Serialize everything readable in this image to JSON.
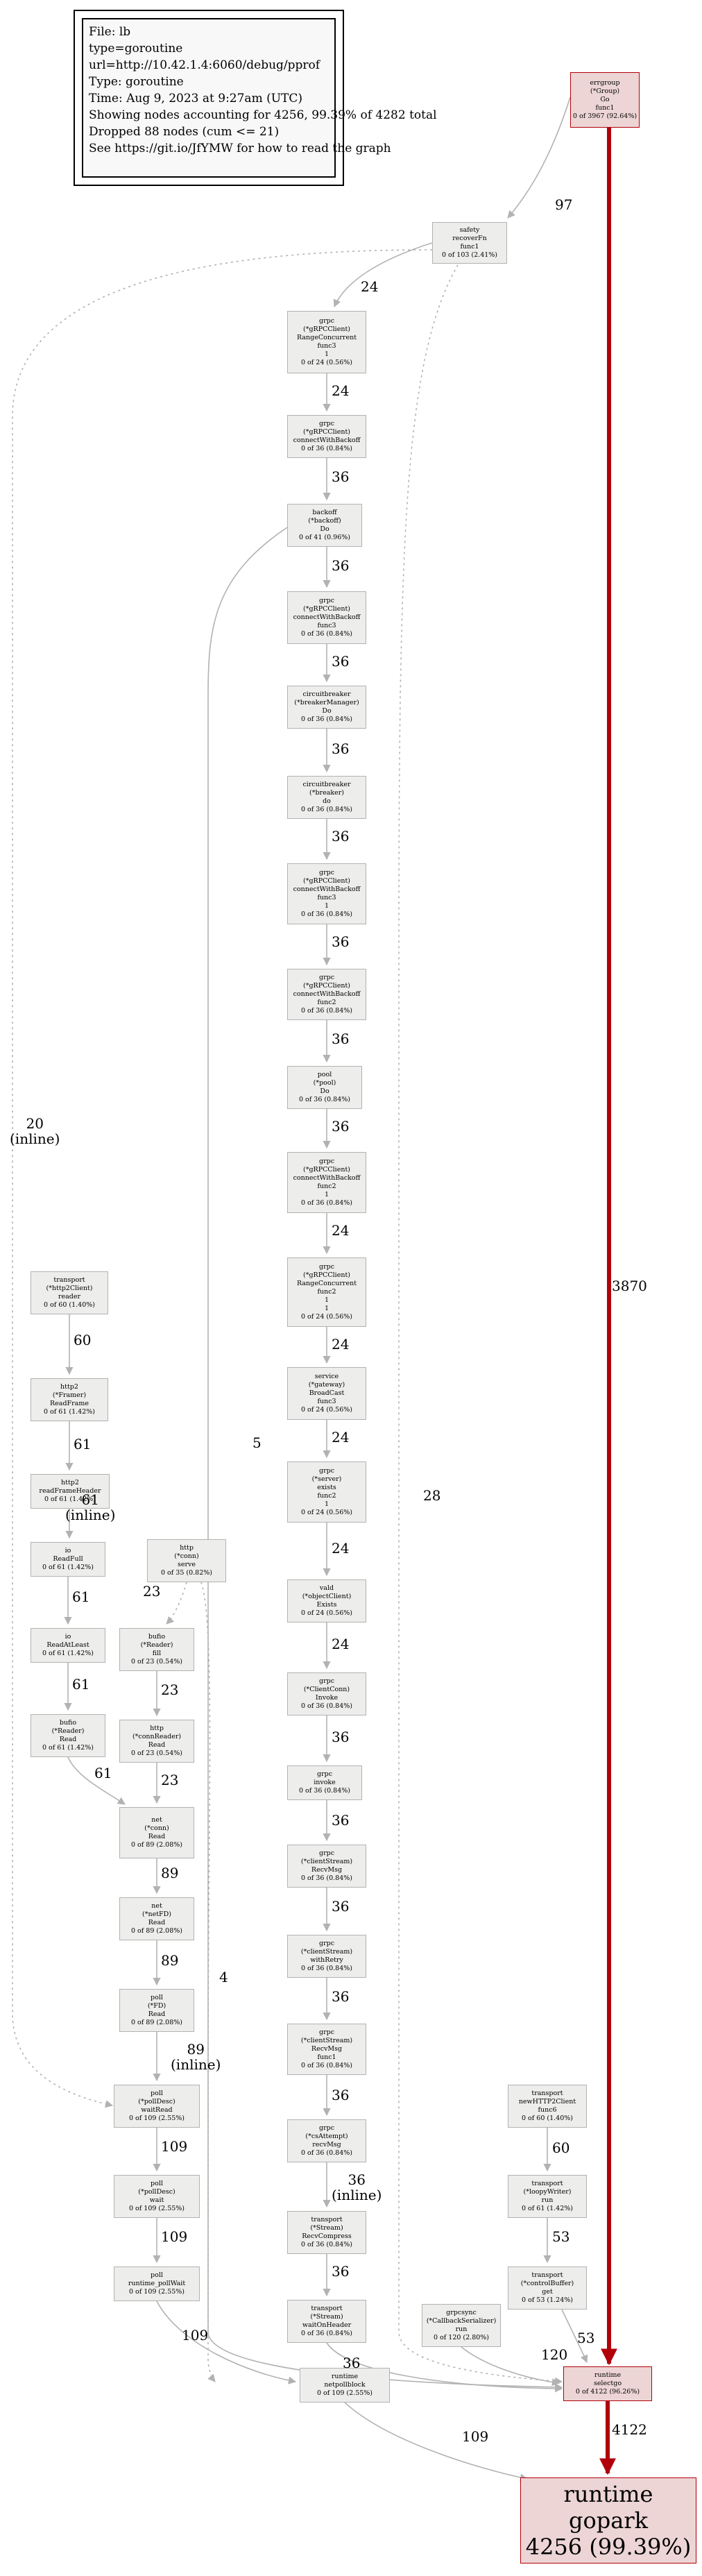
{
  "legend": {
    "lines": [
      "File: lb",
      "type=goroutine",
      "url=http://10.42.1.4:6060/debug/pprof",
      "Type: goroutine",
      "Time: Aug 9, 2023 at 9:27am (UTC)",
      "Showing nodes accounting for 4256, 99.39% of 4282 total",
      "Dropped 88 nodes (cum <= 21)",
      "",
      "See https://git.io/JfYMW for how to read the graph"
    ]
  },
  "colors": {
    "hot_edge": "#b2000a",
    "edge": "#b2b2b2",
    "node_fill": "#ededec",
    "hot_node_fill": "#edd5d5"
  },
  "nodes": [
    {
      "id": "n0",
      "lines": [
        "errgroup",
        "(*Group)",
        "Go",
        "func1",
        "0 of 3967 (92.64%)"
      ],
      "hot": true
    },
    {
      "id": "n1",
      "lines": [
        "safety",
        "recoverFn",
        "func1",
        "0 of 103 (2.41%)"
      ]
    },
    {
      "id": "n2",
      "lines": [
        "grpc",
        "(*gRPCClient)",
        "RangeConcurrent",
        "func3",
        "1",
        "0 of 24 (0.56%)"
      ]
    },
    {
      "id": "n3",
      "lines": [
        "grpc",
        "(*gRPCClient)",
        "connectWithBackoff",
        "0 of 36 (0.84%)"
      ]
    },
    {
      "id": "n4",
      "lines": [
        "backoff",
        "(*backoff)",
        "Do",
        "0 of 41 (0.96%)"
      ]
    },
    {
      "id": "n5",
      "lines": [
        "grpc",
        "(*gRPCClient)",
        "connectWithBackoff",
        "func3",
        "0 of 36 (0.84%)"
      ]
    },
    {
      "id": "n6",
      "lines": [
        "circuitbreaker",
        "(*breakerManager)",
        "Do",
        "0 of 36 (0.84%)"
      ]
    },
    {
      "id": "n7",
      "lines": [
        "circuitbreaker",
        "(*breaker)",
        "do",
        "0 of 36 (0.84%)"
      ]
    },
    {
      "id": "n8",
      "lines": [
        "grpc",
        "(*gRPCClient)",
        "connectWithBackoff",
        "func3",
        "1",
        "0 of 36 (0.84%)"
      ]
    },
    {
      "id": "n9",
      "lines": [
        "grpc",
        "(*gRPCClient)",
        "connectWithBackoff",
        "func2",
        "0 of 36 (0.84%)"
      ]
    },
    {
      "id": "n10",
      "lines": [
        "pool",
        "(*pool)",
        "Do",
        "0 of 36 (0.84%)"
      ]
    },
    {
      "id": "n11",
      "lines": [
        "grpc",
        "(*gRPCClient)",
        "connectWithBackoff",
        "func2",
        "1",
        "0 of 36 (0.84%)"
      ]
    },
    {
      "id": "n12",
      "lines": [
        "grpc",
        "(*gRPCClient)",
        "RangeConcurrent",
        "func2",
        "1",
        "1",
        "0 of 24 (0.56%)"
      ]
    },
    {
      "id": "n13",
      "lines": [
        "service",
        "(*gateway)",
        "BroadCast",
        "func3",
        "0 of 24 (0.56%)"
      ]
    },
    {
      "id": "n14",
      "lines": [
        "grpc",
        "(*server)",
        "exists",
        "func2",
        "1",
        "0 of 24 (0.56%)"
      ]
    },
    {
      "id": "n15",
      "lines": [
        "vald",
        "(*objectClient)",
        "Exists",
        "0 of 24 (0.56%)"
      ]
    },
    {
      "id": "n16",
      "lines": [
        "grpc",
        "(*ClientConn)",
        "Invoke",
        "0 of 36 (0.84%)"
      ]
    },
    {
      "id": "n17",
      "lines": [
        "grpc",
        "invoke",
        "0 of 36 (0.84%)"
      ]
    },
    {
      "id": "n18",
      "lines": [
        "grpc",
        "(*clientStream)",
        "RecvMsg",
        "0 of 36 (0.84%)"
      ]
    },
    {
      "id": "n19",
      "lines": [
        "grpc",
        "(*clientStream)",
        "withRetry",
        "0 of 36 (0.84%)"
      ]
    },
    {
      "id": "n20",
      "lines": [
        "grpc",
        "(*clientStream)",
        "RecvMsg",
        "func1",
        "0 of 36 (0.84%)"
      ]
    },
    {
      "id": "n21",
      "lines": [
        "grpc",
        "(*csAttempt)",
        "recvMsg",
        "0 of 36 (0.84%)"
      ]
    },
    {
      "id": "n22",
      "lines": [
        "transport",
        "(*Stream)",
        "RecvCompress",
        "0 of 36 (0.84%)"
      ]
    },
    {
      "id": "n23",
      "lines": [
        "transport",
        "(*Stream)",
        "waitOnHeader",
        "0 of 36 (0.84%)"
      ]
    },
    {
      "id": "n24",
      "lines": [
        "transport",
        "(*http2Client)",
        "reader",
        "0 of 60 (1.40%)"
      ]
    },
    {
      "id": "n25",
      "lines": [
        "http2",
        "(*Framer)",
        "ReadFrame",
        "0 of 61 (1.42%)"
      ]
    },
    {
      "id": "n26",
      "lines": [
        "http2",
        "readFrameHeader",
        "0 of 61 (1.42%)"
      ]
    },
    {
      "id": "n27",
      "lines": [
        "io",
        "ReadFull",
        "0 of 61 (1.42%)"
      ]
    },
    {
      "id": "n28",
      "lines": [
        "io",
        "ReadAtLeast",
        "0 of 61 (1.42%)"
      ]
    },
    {
      "id": "n29",
      "lines": [
        "bufio",
        "(*Reader)",
        "Read",
        "0 of 61 (1.42%)"
      ]
    },
    {
      "id": "n30",
      "lines": [
        "http",
        "(*conn)",
        "serve",
        "0 of 35 (0.82%)"
      ]
    },
    {
      "id": "n31",
      "lines": [
        "bufio",
        "(*Reader)",
        "fill",
        "0 of 23 (0.54%)"
      ]
    },
    {
      "id": "n32",
      "lines": [
        "http",
        "(*connReader)",
        "Read",
        "0 of 23 (0.54%)"
      ]
    },
    {
      "id": "n33",
      "lines": [
        "net",
        "(*conn)",
        "Read",
        "0 of 89 (2.08%)"
      ]
    },
    {
      "id": "n34",
      "lines": [
        "net",
        "(*netFD)",
        "Read",
        "0 of 89 (2.08%)"
      ]
    },
    {
      "id": "n35",
      "lines": [
        "poll",
        "(*FD)",
        "Read",
        "0 of 89 (2.08%)"
      ]
    },
    {
      "id": "n36",
      "lines": [
        "poll",
        "(*pollDesc)",
        "waitRead",
        "0 of 109 (2.55%)"
      ]
    },
    {
      "id": "n37",
      "lines": [
        "poll",
        "(*pollDesc)",
        "wait",
        "0 of 109 (2.55%)"
      ]
    },
    {
      "id": "n38",
      "lines": [
        "poll",
        "runtime_pollWait",
        "0 of 109 (2.55%)"
      ]
    },
    {
      "id": "n39",
      "lines": [
        "runtime",
        "netpollblock",
        "0 of 109 (2.55%)"
      ]
    },
    {
      "id": "n40",
      "lines": [
        "transport",
        "newHTTP2Client",
        "func6",
        "0 of 60 (1.40%)"
      ]
    },
    {
      "id": "n41",
      "lines": [
        "transport",
        "(*loopyWriter)",
        "run",
        "0 of 61 (1.42%)"
      ]
    },
    {
      "id": "n42",
      "lines": [
        "transport",
        "(*controlBuffer)",
        "get",
        "0 of 53 (1.24%)"
      ]
    },
    {
      "id": "n43",
      "lines": [
        "grpcsync",
        "(*CallbackSerializer)",
        "run",
        "0 of 120 (2.80%)"
      ]
    },
    {
      "id": "n44",
      "lines": [
        "runtime",
        "selectgo",
        "0 of 4122 (96.26%)"
      ],
      "hot": true
    },
    {
      "id": "n45",
      "lines": [
        "runtime",
        "gopark",
        "4256 (99.39%)"
      ],
      "hot": true,
      "big": true
    }
  ],
  "edges": [
    {
      "id": "e0",
      "label": "97"
    },
    {
      "id": "e1",
      "label": "3870"
    },
    {
      "id": "e2",
      "label": "24"
    },
    {
      "id": "e3",
      "label": "20\n(inline)"
    },
    {
      "id": "e4",
      "label": "28"
    },
    {
      "id": "e5",
      "label": "24"
    },
    {
      "id": "e6",
      "label": "36"
    },
    {
      "id": "e7",
      "label": "36"
    },
    {
      "id": "e8",
      "label": "5"
    },
    {
      "id": "e9",
      "label": "36"
    },
    {
      "id": "e10",
      "label": "36"
    },
    {
      "id": "e11",
      "label": "36"
    },
    {
      "id": "e12",
      "label": "36"
    },
    {
      "id": "e13",
      "label": "36"
    },
    {
      "id": "e14",
      "label": "36"
    },
    {
      "id": "e15",
      "label": "24"
    },
    {
      "id": "e16",
      "label": "24"
    },
    {
      "id": "e17",
      "label": "24"
    },
    {
      "id": "e18",
      "label": "24"
    },
    {
      "id": "e19",
      "label": "24"
    },
    {
      "id": "e20",
      "label": "36"
    },
    {
      "id": "e21",
      "label": "36"
    },
    {
      "id": "e22",
      "label": "36"
    },
    {
      "id": "e23",
      "label": "36"
    },
    {
      "id": "e24",
      "label": "36"
    },
    {
      "id": "e25",
      "label": "36\n(inline)"
    },
    {
      "id": "e26",
      "label": "36"
    },
    {
      "id": "e27",
      "label": "36"
    },
    {
      "id": "e28",
      "label": "60"
    },
    {
      "id": "e29",
      "label": "61"
    },
    {
      "id": "e30",
      "label": "61\n(inline)"
    },
    {
      "id": "e31",
      "label": "61"
    },
    {
      "id": "e32",
      "label": "61"
    },
    {
      "id": "e33",
      "label": "61"
    },
    {
      "id": "e34",
      "label": "23"
    },
    {
      "id": "e35",
      "label": "4"
    },
    {
      "id": "e36",
      "label": "23"
    },
    {
      "id": "e37",
      "label": "23"
    },
    {
      "id": "e38",
      "label": "89"
    },
    {
      "id": "e39",
      "label": "89"
    },
    {
      "id": "e40",
      "label": "89\n(inline)"
    },
    {
      "id": "e41",
      "label": "109"
    },
    {
      "id": "e42",
      "label": "109"
    },
    {
      "id": "e43",
      "label": "109"
    },
    {
      "id": "e44",
      "label": "109"
    },
    {
      "id": "e45",
      "label": "60"
    },
    {
      "id": "e46",
      "label": "53"
    },
    {
      "id": "e47",
      "label": "53"
    },
    {
      "id": "e48",
      "label": "120"
    },
    {
      "id": "e49",
      "label": "4122"
    }
  ]
}
